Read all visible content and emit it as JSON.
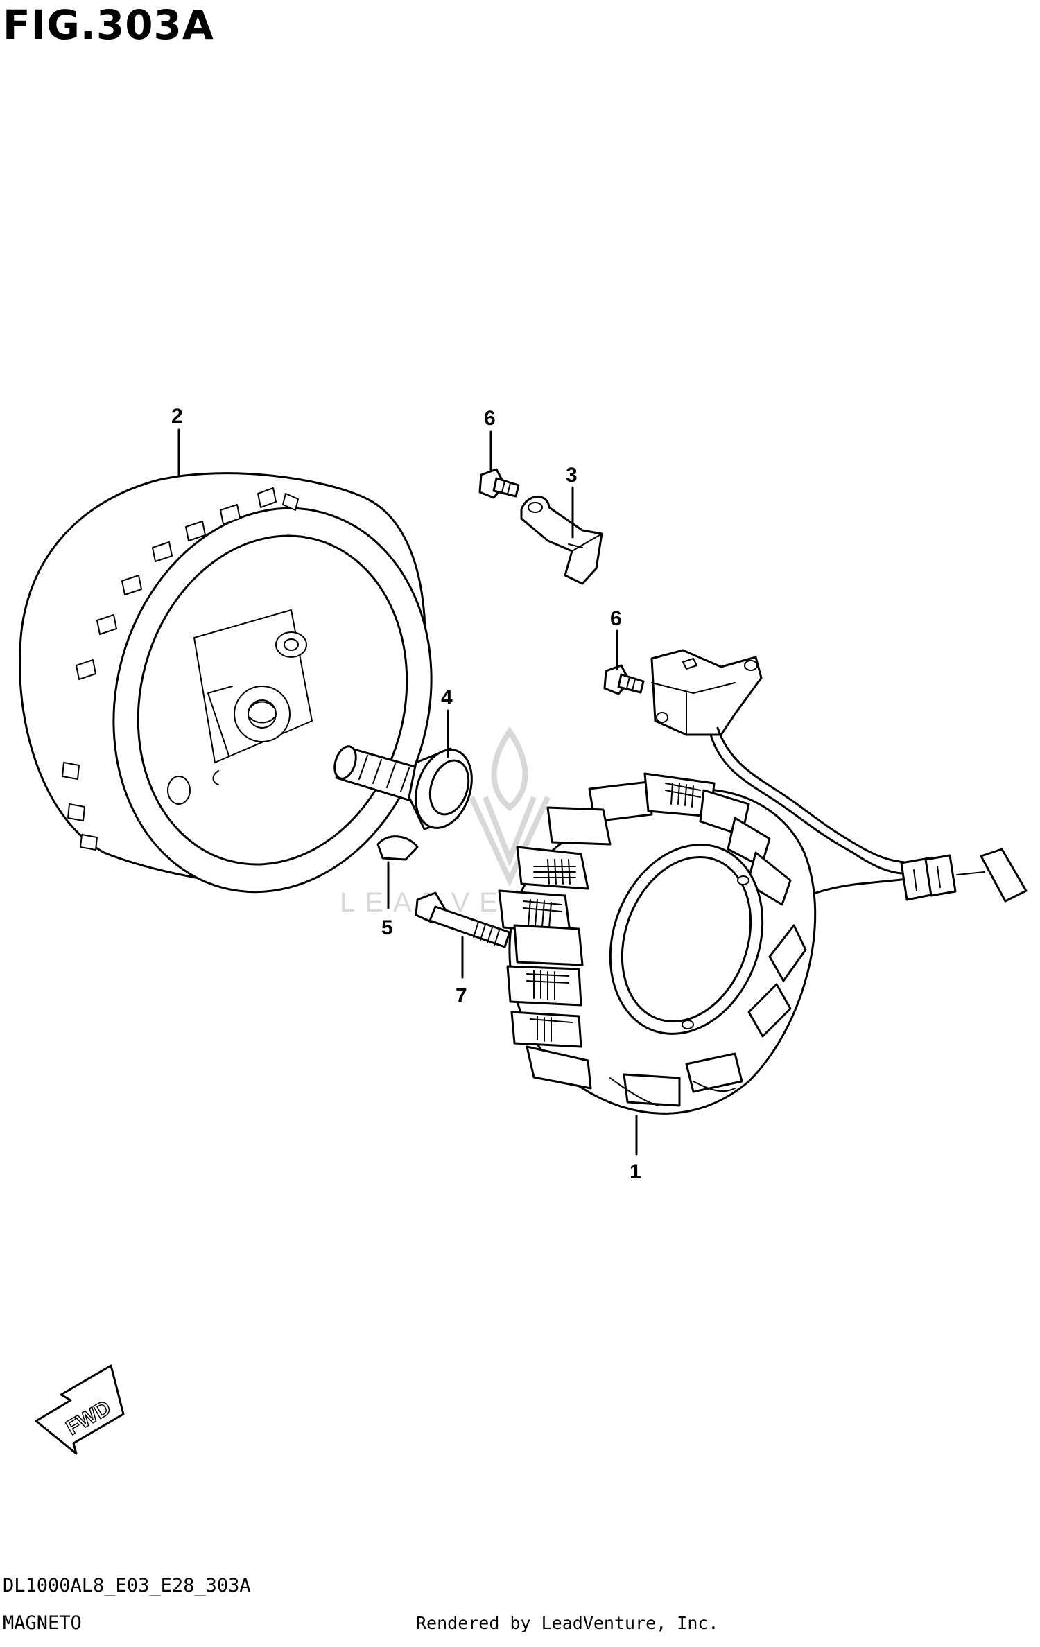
{
  "header": {
    "figure_title": "FIG.303A"
  },
  "callouts": [
    "1",
    "2",
    "3",
    "4",
    "5",
    "6",
    "6",
    "7"
  ],
  "watermark": {
    "text": "LEADVENTURE"
  },
  "fwd_arrow": {
    "label": "FWD"
  },
  "footer": {
    "diagram_code": "DL1000AL8_E03_E28_303A",
    "diagram_name": "MAGNETO",
    "rendered_by": "Rendered by LeadVenture, Inc."
  }
}
